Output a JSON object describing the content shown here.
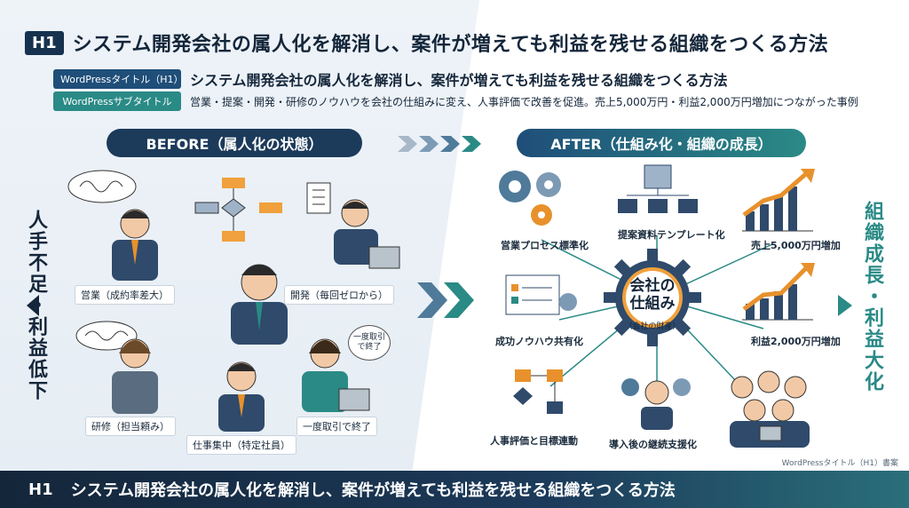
{
  "header": {
    "h1_badge": "H1",
    "title": "システム開発会社の属人化を解消し、案件が増えても利益を残せる組織をつくる方法"
  },
  "meta": {
    "wp_title_tag": "WordPressタイトル（H1）",
    "wp_title_text": "システム開発会社の属人化を解消し、案件が増えても利益を残せる組織をつくる方法",
    "wp_subtitle_tag": "WordPressサブタイトル",
    "wp_subtitle_text": "営業・提案・開発・研修のノウハウを会社の仕組みに変え、人事評価で改善を促進。売上5,000万円・利益2,000万円増加につながった事例"
  },
  "before": {
    "pill": "BEFORE（属人化の状態）",
    "side_label": "人手不足・利益低下",
    "captions": {
      "sales": "営業（成約率差大）",
      "dev": "開発（毎回ゼロから）",
      "training": "研修（担当頼み）",
      "concentration": "仕事集中（特定社員）",
      "oneoff": "一度取引で終了"
    },
    "speech": "一度取引\nで終了"
  },
  "after": {
    "pill": "AFTER（仕組み化・組織の成長）",
    "side_label": "組織成長・利益大化",
    "center_main": "会社の\n仕組み",
    "center_sub": "（会社の財産）",
    "captions": {
      "sales_process": "営業プロセス標準化",
      "template": "提案資料テンプレート化",
      "revenue": "売上5,000万円増加",
      "knowhow": "成功ノウハウ共有化",
      "profit": "利益2,000万円増加",
      "evaluation": "人事評価と目標連動",
      "support": "導入後の継続支援化"
    }
  },
  "footer": {
    "h1": "H1",
    "title": "システム開発会社の属人化を解消し、案件が増えても利益を残せる組織をつくる方法",
    "note": "WordPressタイトル（H1）書案"
  },
  "colors": {
    "navy": "#1c3a5a",
    "teal": "#2a8a86",
    "orange": "#e8912c"
  }
}
